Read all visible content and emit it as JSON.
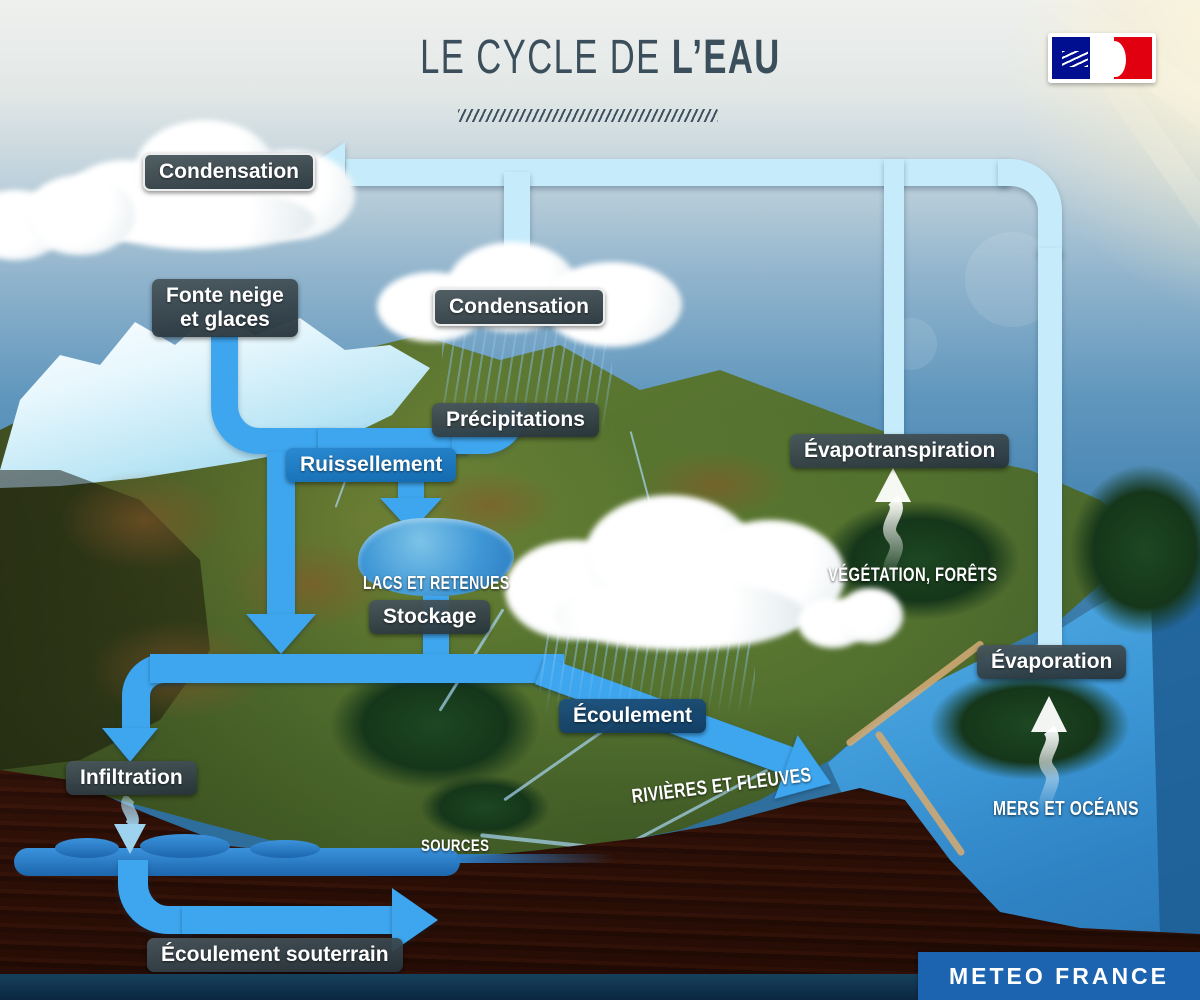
{
  "title": {
    "prefix": "LE CYCLE DE ",
    "emphasis": "L’EAU"
  },
  "process_labels": {
    "condensation_left": "Condensation",
    "condensation_center": "Condensation",
    "fonte_neige_line1": "Fonte neige",
    "fonte_neige_line2": "et glaces",
    "precipitations": "Précipitations",
    "ruissellement": "Ruissellement",
    "evapotranspiration": "Évapotranspiration",
    "stockage": "Stockage",
    "evaporation": "Évaporation",
    "ecoulement": "Écoulement",
    "infiltration": "Infiltration",
    "ecoulement_souterrain": "Écoulement souterrain"
  },
  "place_labels": {
    "lacs_et_retenues": "LACS ET RETENUES",
    "vegetation_forets": "VÉGÉTATION, FORÊTS",
    "rivieres_et_fleuves": "RIVIÈRES ET FLEUVES",
    "mers_et_oceans": "MERS ET OCÉANS",
    "sources": "SOURCES"
  },
  "footer": {
    "brand": "METEO FRANCE"
  },
  "logo": {
    "name": "republique-francaise-marianne"
  },
  "colors": {
    "arrow_light": "#c6ecfb",
    "arrow_mid": "#3ea6ef",
    "label_dark": "#2c383d",
    "label_blue": "#1a7cc6",
    "label_navy": "#16486f",
    "title_ink": "#3b4e5b",
    "meteo_blue": "#1c63b0",
    "sea_blue": "#2f84c5",
    "soil_brown": "#4d2212"
  }
}
